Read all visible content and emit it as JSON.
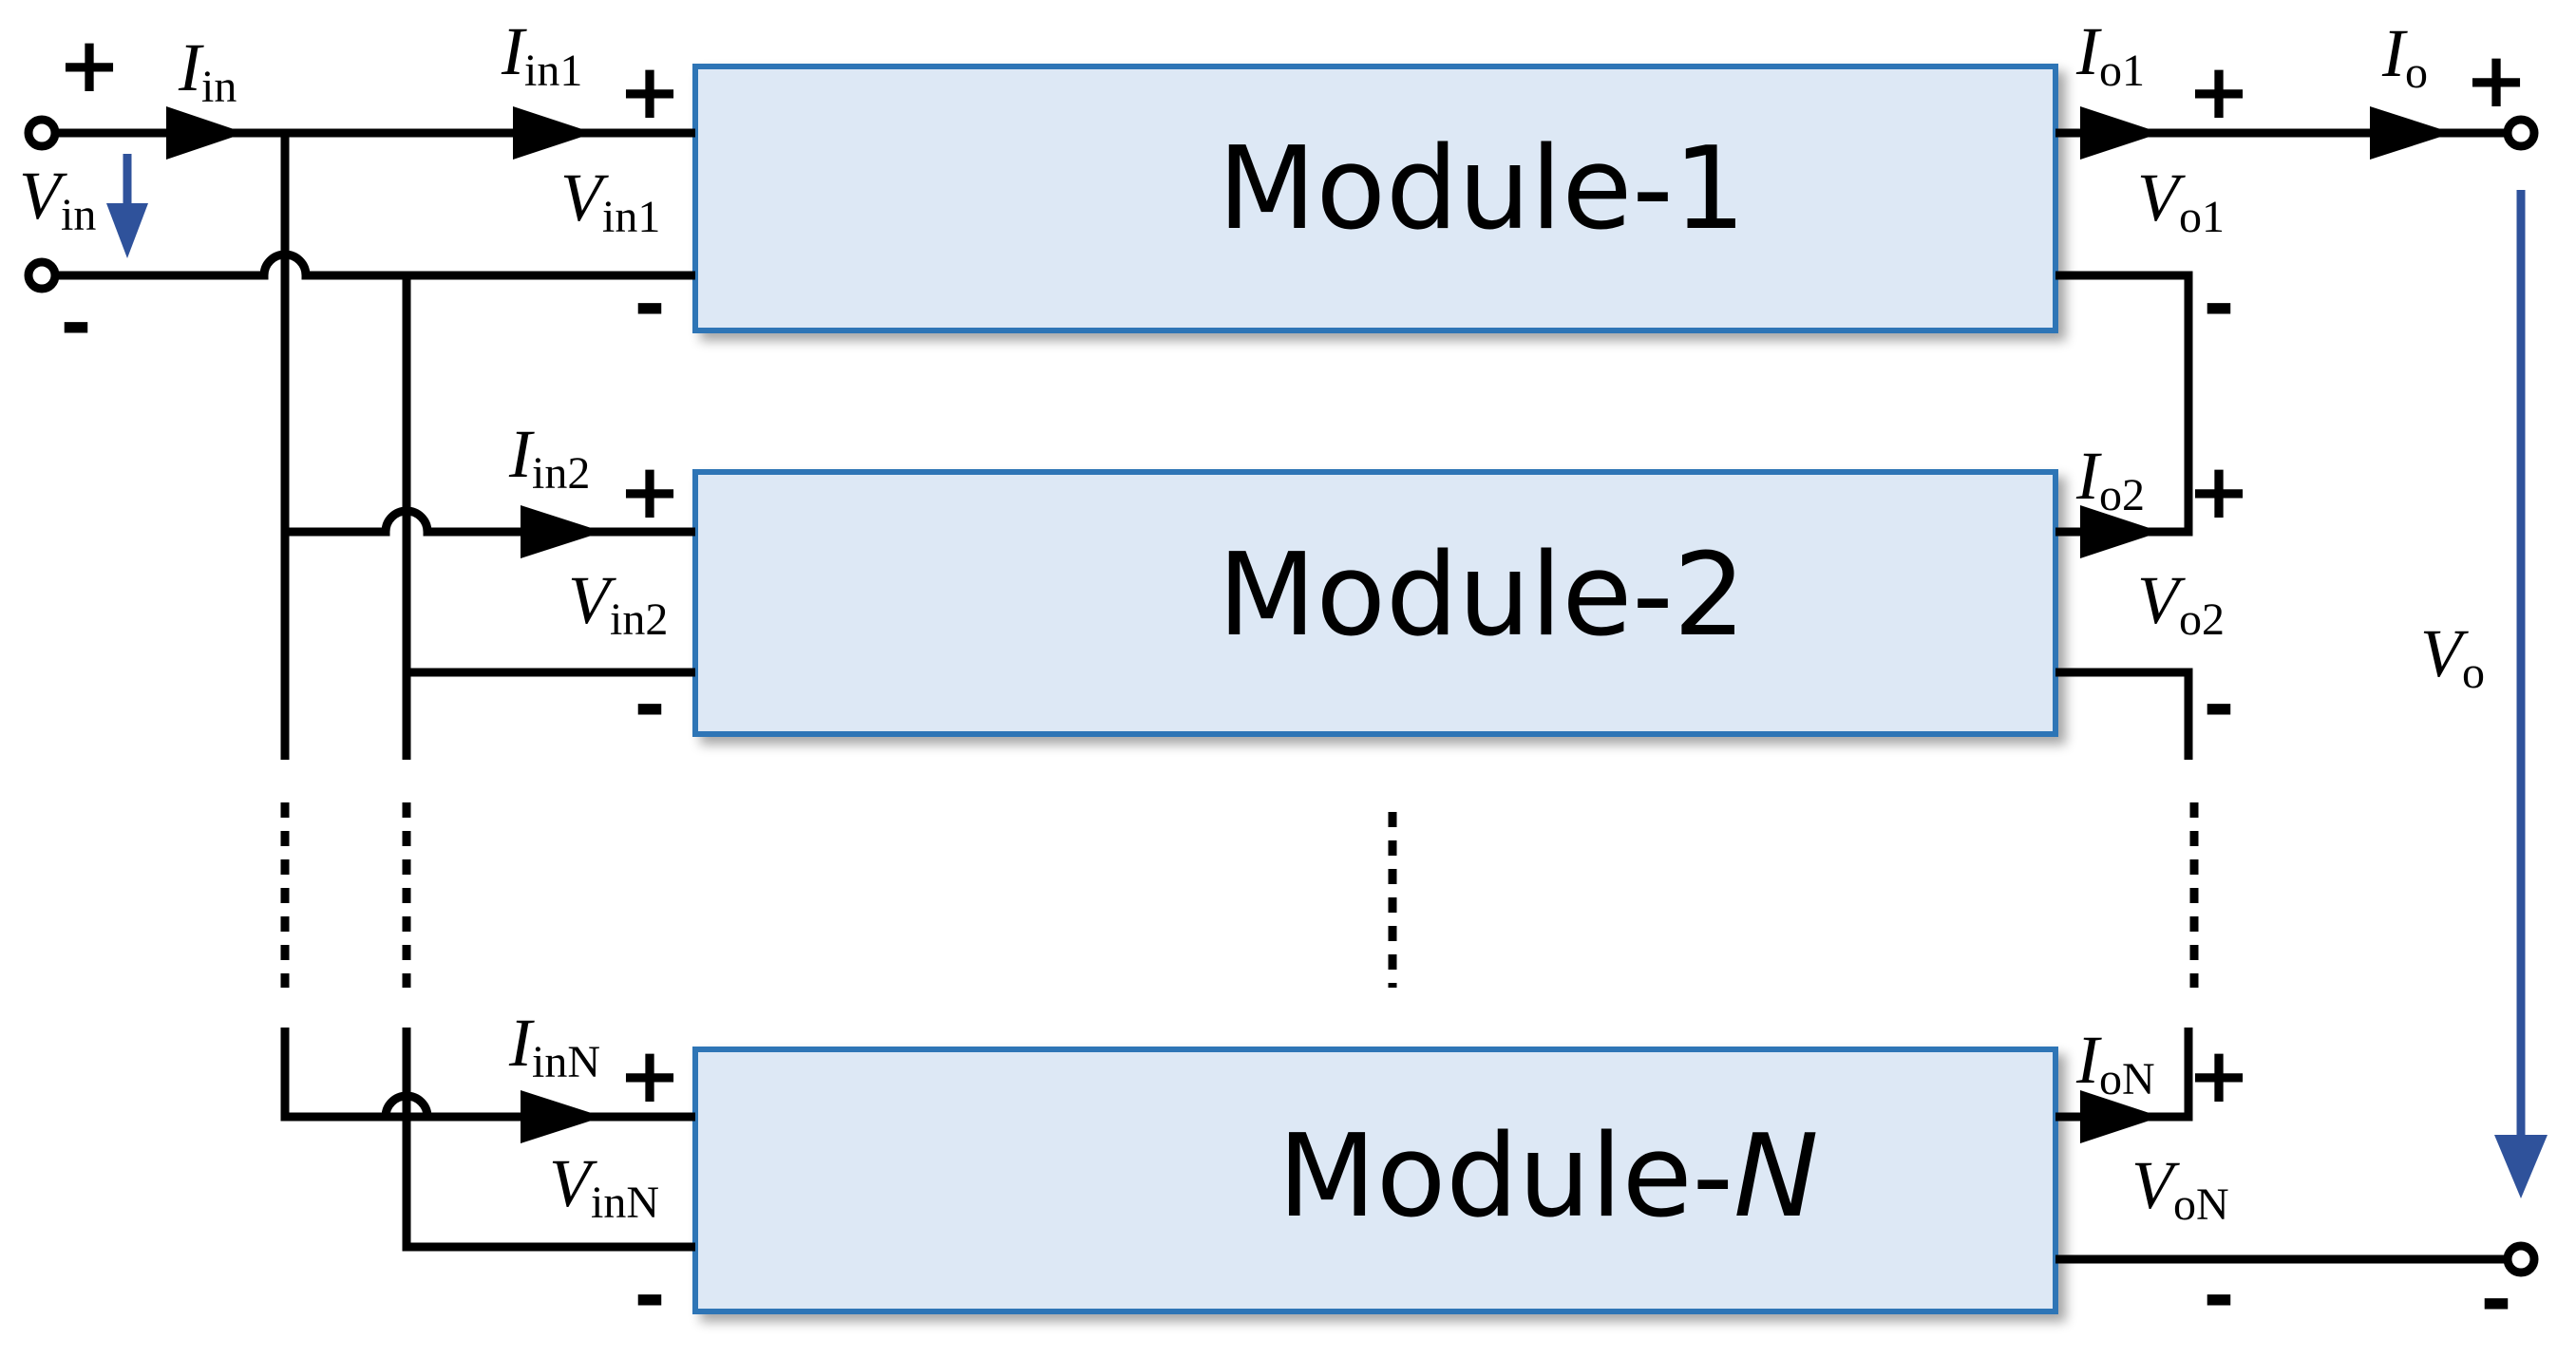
{
  "modules": [
    {
      "label": "Module-1",
      "iin": "in1",
      "vin": "in1",
      "io": "o1",
      "vo": "o1"
    },
    {
      "label": "Module-2",
      "iin": "in2",
      "vin": "in2",
      "io": "o2",
      "vo": "o2"
    },
    {
      "label_prefix": "Module-",
      "label_suffix": "N",
      "iin_sub": "in",
      "iin_sub_italic": "N",
      "io_sub": "o",
      "io_sub_italic": "N"
    }
  ],
  "symbols": {
    "current": "I",
    "voltage": "V",
    "plus": "+",
    "minus": "-",
    "in_sub": "in",
    "out_sub": "o"
  },
  "colors": {
    "wire": "#000000",
    "module_fill": "#dde8f5",
    "module_border": "#2e75b6",
    "voltage_arrow": "#2f529b"
  }
}
